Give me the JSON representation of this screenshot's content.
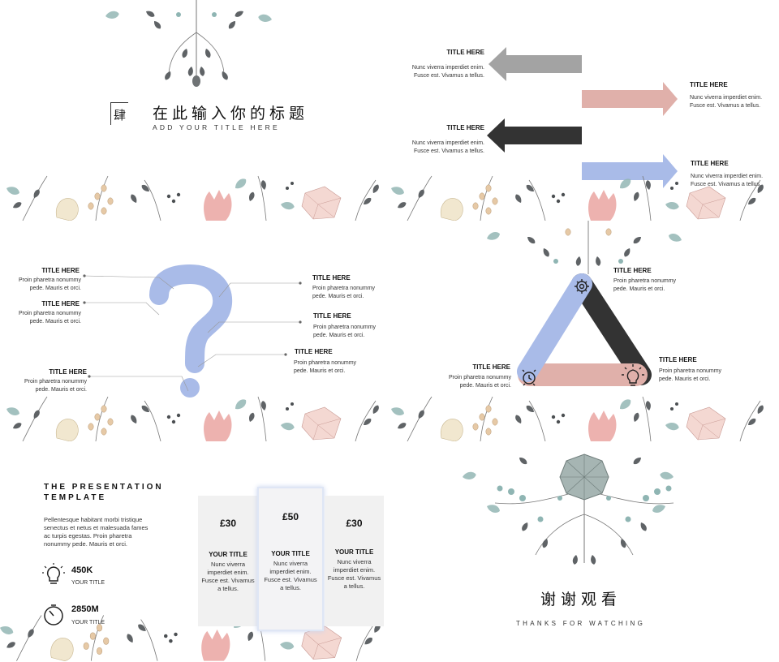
{
  "colors": {
    "blue": "#a9bbe8",
    "pink": "#e0b0aa",
    "dark": "#333333",
    "gray": "#a3a3a3",
    "leaf_gray": "#6f7375",
    "leaf_teal": "#8fb5b3"
  },
  "slide1": {
    "badge": "肆",
    "title": "在此输入你的标题",
    "subtitle": "ADD YOUR TITLE HERE"
  },
  "slide2": {
    "items": [
      {
        "title": "TITLE HERE",
        "body1": "Nunc viverra imperdiet enim.",
        "body2": "Fusce est. Vivamus a tellus."
      },
      {
        "title": "TITLE HERE",
        "body1": "Nunc viverra imperdiet enim.",
        "body2": "Fusce est. Vivamus a tellus."
      },
      {
        "title": "TITLE HERE",
        "body1": "Nunc viverra imperdiet enim.",
        "body2": "Fusce est. Vivamus a tellus."
      },
      {
        "title": "TITLE HERE",
        "body1": "Nunc viverra imperdiet enim.",
        "body2": "Fusce est. Vivamus a tellus."
      }
    ]
  },
  "slide3": {
    "items": [
      {
        "title": "TITLE HERE",
        "body1": "Proin pharetra nonummy",
        "body2": "pede. Mauris et orci."
      },
      {
        "title": "TITLE HERE",
        "body1": "Proin pharetra nonummy",
        "body2": "pede. Mauris et orci."
      },
      {
        "title": "TITLE HERE",
        "body1": "Proin pharetra nonummy",
        "body2": "pede. Mauris et orci."
      },
      {
        "title": "TITLE HERE",
        "body1": "Proin pharetra nonummy",
        "body2": "pede. Mauris et orci."
      },
      {
        "title": "TITLE HERE",
        "body1": "Proin pharetra nonummy",
        "body2": "pede. Mauris et orci."
      },
      {
        "title": "TITLE HERE",
        "body1": "Proin pharetra nonummy",
        "body2": "pede. Mauris et orci."
      }
    ]
  },
  "slide4": {
    "items": [
      {
        "title": "TITLE HERE",
        "body1": "Proin pharetra nonummy",
        "body2": "pede. Mauris et orci."
      },
      {
        "title": "TITLE HERE",
        "body1": "Proin pharetra nonummy",
        "body2": "pede. Mauris et orci."
      },
      {
        "title": "TITLE HERE",
        "body1": "Proin pharetra nonummy",
        "body2": "pede. Mauris et orci."
      }
    ],
    "icons": [
      "gear-icon",
      "alarm-clock-icon",
      "lightbulb-icon"
    ]
  },
  "slide5": {
    "heading1": "THE PRESENTATION",
    "heading2": "TEMPLATE",
    "paragraph": [
      "Pellentesque habitant morbi tristique",
      "senectus et netus et malesuada fames",
      "ac turpis egestas. Proin pharetra",
      "nonummy pede. Mauris et orci."
    ],
    "stats": [
      {
        "value": "450K",
        "label": "YOUR TITLE",
        "icon": "lightbulb-icon"
      },
      {
        "value": "2850M",
        "label": "YOUR TITLE",
        "icon": "timer-icon"
      }
    ],
    "cards": [
      {
        "price": "£30",
        "title": "YOUR TITLE",
        "body": [
          "Nunc viverra",
          "imperdiet enim.",
          "Fusce est. Vivamus",
          "a tellus."
        ]
      },
      {
        "price": "£50",
        "title": "YOUR TITLE",
        "body": [
          "Nunc viverra",
          "imperdiet enim.",
          "Fusce est. Vivamus",
          "a tellus."
        ]
      },
      {
        "price": "£30",
        "title": "YOUR TITLE",
        "body": [
          "Nunc viverra",
          "imperdiet enim.",
          "Fusce est. Vivamus",
          "a tellus."
        ]
      }
    ]
  },
  "slide6": {
    "title": "谢谢观看",
    "subtitle": "THANKS FOR WATCHING"
  }
}
